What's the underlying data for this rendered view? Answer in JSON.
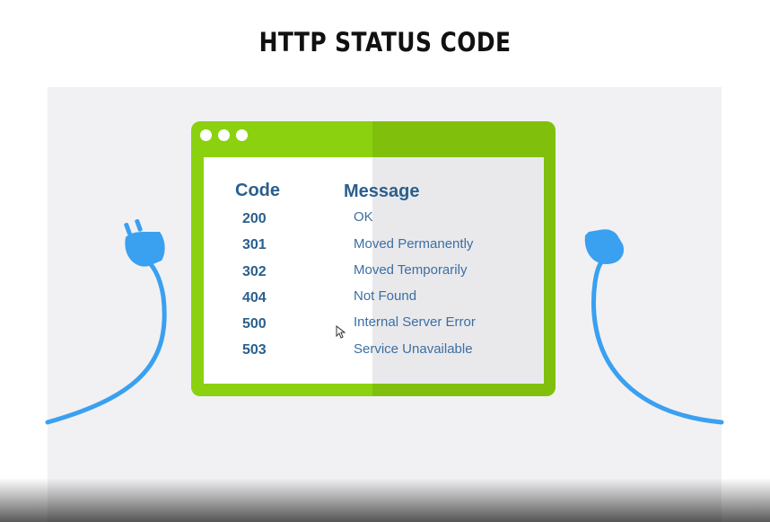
{
  "title": "HTTP STATUS CODE",
  "table": {
    "code_header": "Code",
    "message_header": "Message",
    "rows": [
      {
        "code": "200",
        "message": "OK"
      },
      {
        "code": "301",
        "message": "Moved Permanently"
      },
      {
        "code": "302",
        "message": "Moved Temporarily"
      },
      {
        "code": "404",
        "message": "Not Found"
      },
      {
        "code": "500",
        "message": "Internal Server Error"
      },
      {
        "code": "503",
        "message": "Service Unavailable"
      }
    ]
  },
  "icons": {
    "left": "plug-icon",
    "right": "socket-icon",
    "window_dots": "window-control-dot-icon",
    "pointer": "mouse-cursor-icon"
  },
  "colors": {
    "window_frame": "#8bd10f",
    "cable": "#3aa0f0",
    "text": "#2a5f8d",
    "panel_background": "#f1f1f3"
  }
}
